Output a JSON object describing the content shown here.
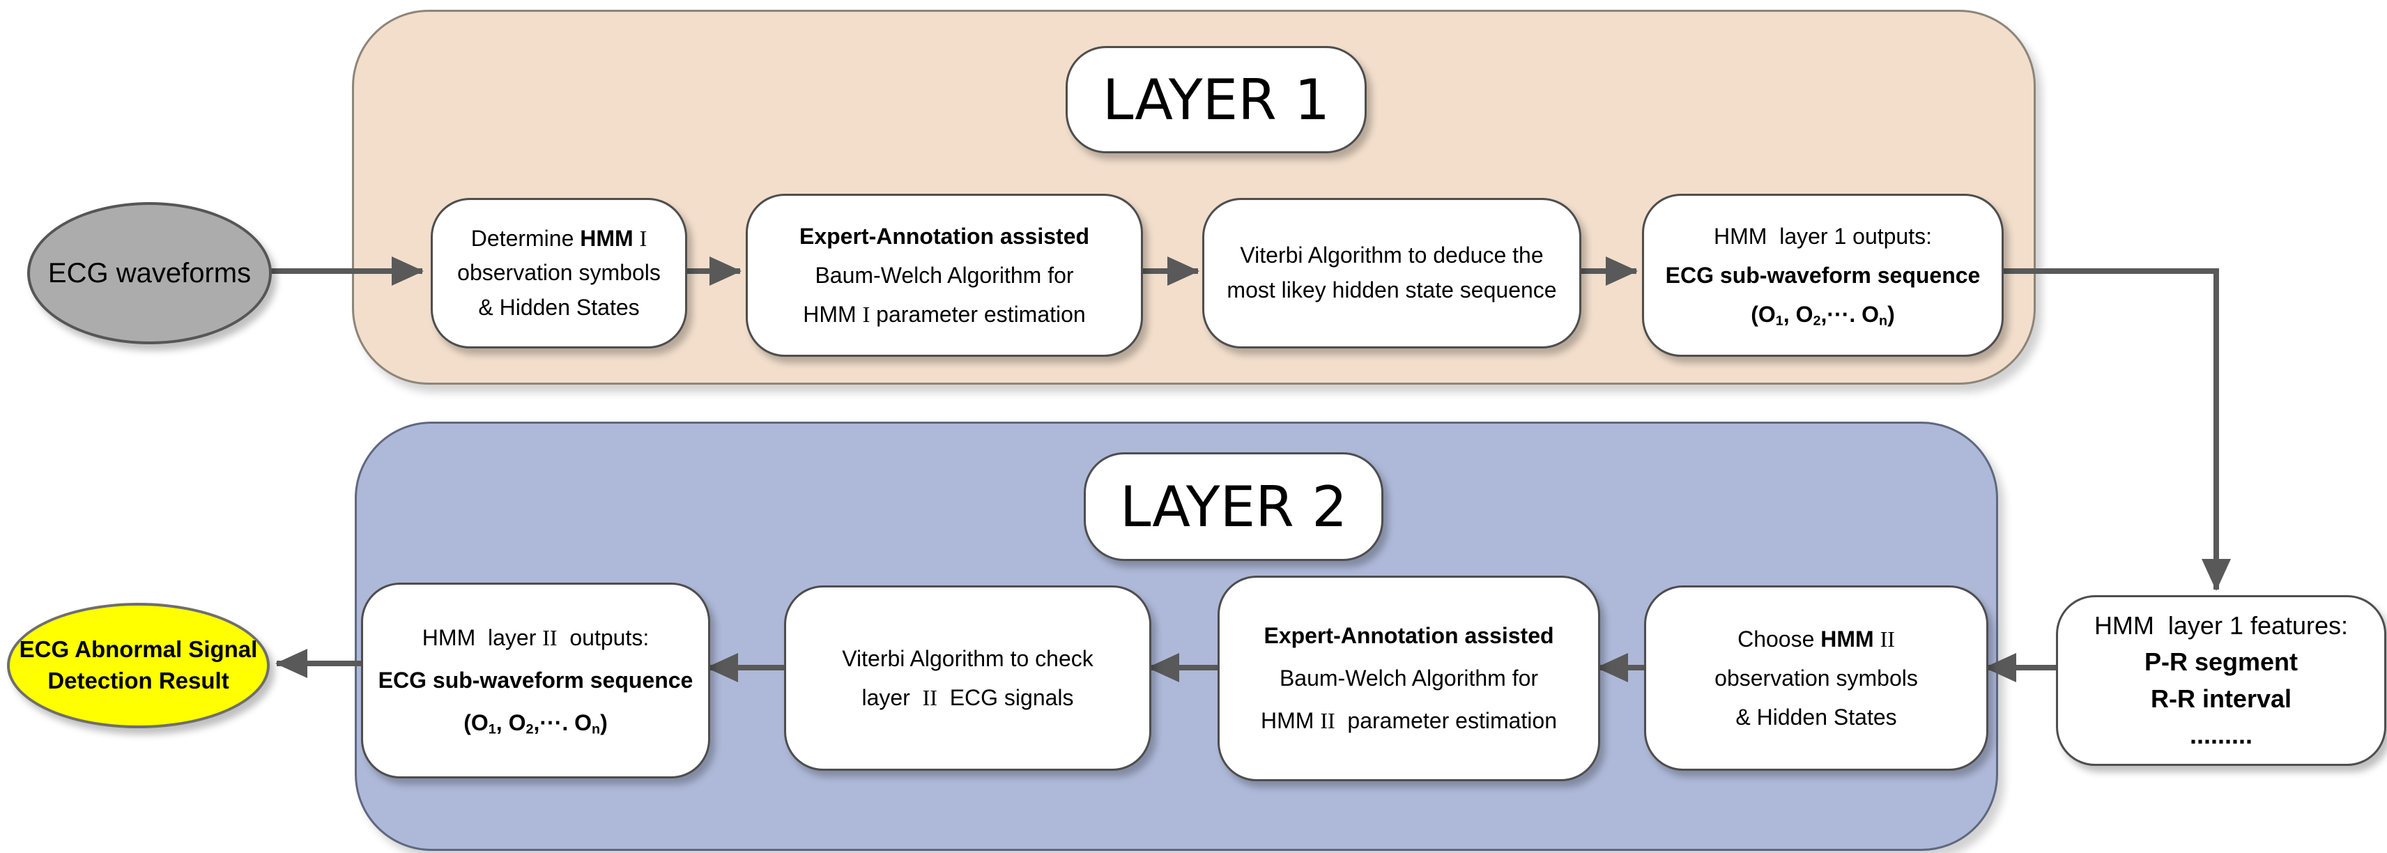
{
  "colors": {
    "layer1_fill": "#F2DECB",
    "layer1_border": "#8D8579",
    "layer2_fill": "#AEB9D9",
    "layer2_border": "#5E6880",
    "box_fill": "#FFFFFF",
    "box_border": "#4E4E4E",
    "arrow": "#595959",
    "start_node_fill": "#ACACAC",
    "end_node_fill": "#FFFF00",
    "text": "#000000"
  },
  "layer1": {
    "title": "LAYER 1"
  },
  "layer2": {
    "title": "LAYER 2"
  },
  "nodes": {
    "start": {
      "lines": [
        [
          {
            "t": "ECG waveforms"
          }
        ]
      ]
    },
    "determine_hmm1": {
      "lines": [
        [
          {
            "t": "Determine "
          },
          {
            "t": "HMM ",
            "b": 1
          },
          {
            "t": "I",
            "serif": 1
          }
        ],
        [
          {
            "t": "observation symbols"
          }
        ],
        [
          {
            "t": "& Hidden States"
          }
        ]
      ]
    },
    "baum_welch_hmm1": {
      "lines": [
        [
          {
            "t": "Expert-Annotation assisted",
            "b": 1
          }
        ],
        [
          {
            "t": "Baum-Welch Algorithm for"
          }
        ],
        [
          {
            "t": "HMM "
          },
          {
            "t": "I",
            "serif": 1
          },
          {
            "t": " parameter estimation"
          }
        ]
      ]
    },
    "viterbi_deduce": {
      "lines": [
        [
          {
            "t": "Viterbi Algorithm to deduce the"
          }
        ],
        [
          {
            "t": "most likey hidden state sequence"
          }
        ]
      ]
    },
    "hmm_layer1_outputs": {
      "lines": [
        [
          {
            "t": "HMM  layer 1 outputs:"
          }
        ],
        [
          {
            "t": "ECG sub-waveform sequence",
            "b": 1
          }
        ],
        [
          {
            "t": "(O",
            "b": 1
          },
          {
            "t": "1",
            "b": 1,
            "sub": 1
          },
          {
            "t": ", O",
            "b": 1
          },
          {
            "t": "2",
            "b": 1,
            "sub": 1
          },
          {
            "t": ",···. O",
            "b": 1
          },
          {
            "t": "n",
            "b": 1,
            "sub": 1
          },
          {
            "t": ")",
            "b": 1
          }
        ]
      ]
    },
    "hmm_layer1_features": {
      "lines": [
        [
          {
            "t": "HMM  layer 1 features:"
          }
        ],
        [
          {
            "t": "P-R segment",
            "b": 1
          }
        ],
        [
          {
            "t": "R-R interval",
            "b": 1
          }
        ],
        [
          {
            "t": ".........",
            "b": 1
          }
        ]
      ]
    },
    "choose_hmm2": {
      "lines": [
        [
          {
            "t": "Choose "
          },
          {
            "t": "HMM ",
            "b": 1
          },
          {
            "t": "II",
            "serif": 1
          }
        ],
        [
          {
            "t": "observation symbols"
          }
        ],
        [
          {
            "t": "& Hidden States"
          }
        ]
      ]
    },
    "baum_welch_hmm2": {
      "lines": [
        [
          {
            "t": "Expert-Annotation assisted",
            "b": 1
          }
        ],
        [
          {
            "t": "Baum-Welch Algorithm for"
          }
        ],
        [
          {
            "t": "HMM "
          },
          {
            "t": "II",
            "serif": 1
          },
          {
            "t": "  parameter estimation"
          }
        ]
      ]
    },
    "viterbi_check": {
      "lines": [
        [
          {
            "t": "Viterbi Algorithm to check"
          }
        ],
        [
          {
            "t": "layer  "
          },
          {
            "t": "II",
            "serif": 1
          },
          {
            "t": "  ECG signals"
          }
        ]
      ]
    },
    "hmm_layer2_outputs": {
      "lines": [
        [
          {
            "t": "HMM  layer "
          },
          {
            "t": "II",
            "serif": 1
          },
          {
            "t": "  outputs:"
          }
        ],
        [
          {
            "t": "ECG sub-waveform sequence",
            "b": 1
          }
        ],
        [
          {
            "t": "(O",
            "b": 1
          },
          {
            "t": "1",
            "b": 1,
            "sub": 1
          },
          {
            "t": ", O",
            "b": 1
          },
          {
            "t": "2",
            "b": 1,
            "sub": 1
          },
          {
            "t": ",···. O",
            "b": 1
          },
          {
            "t": "n",
            "b": 1,
            "sub": 1
          },
          {
            "t": ")",
            "b": 1
          }
        ]
      ]
    },
    "end": {
      "lines": [
        [
          {
            "t": "ECG Abnormal Signal",
            "b": 1
          }
        ],
        [
          {
            "t": "Detection Result",
            "b": 1
          }
        ]
      ]
    }
  }
}
